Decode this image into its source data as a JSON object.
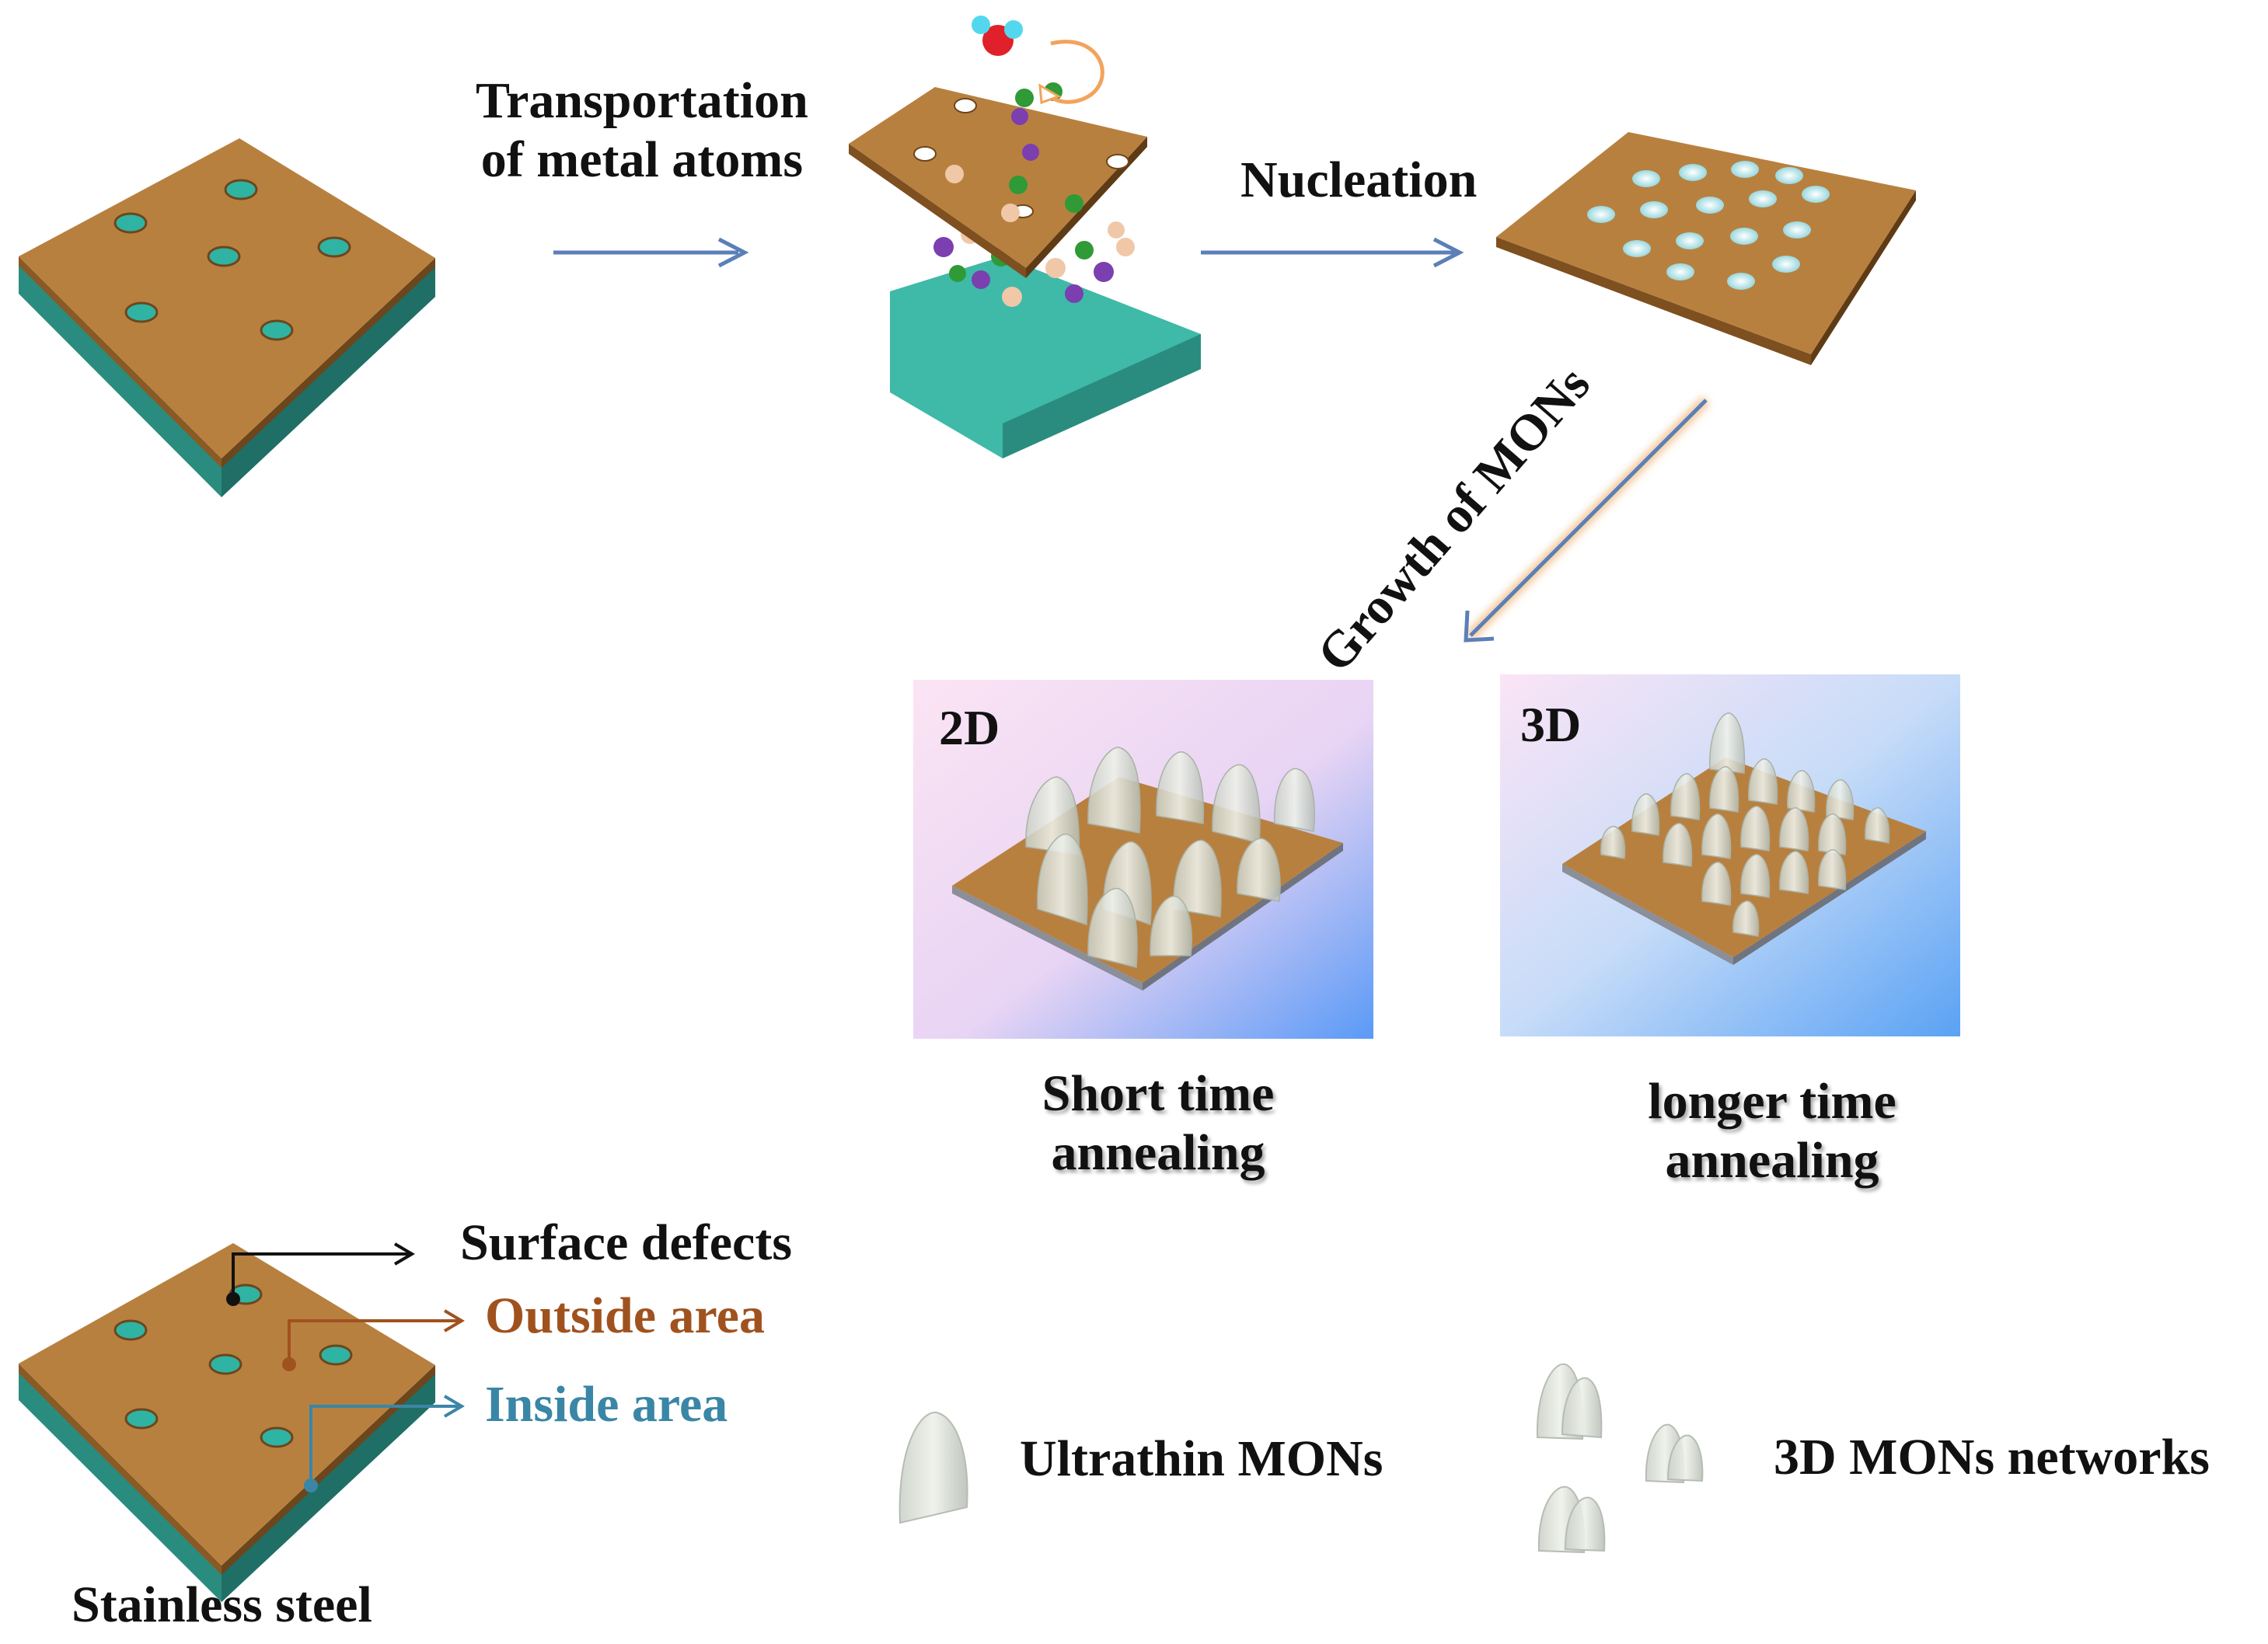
{
  "steps": {
    "transport": "Transportation\nof metal atoms",
    "nucleation": "Nucleation",
    "growth": "Growth of MONs"
  },
  "panels": {
    "left": {
      "tag": "2D",
      "caption": "Short time\nannealing"
    },
    "right": {
      "tag": "3D",
      "caption": "longer time\nannealing"
    }
  },
  "callouts": {
    "surface_defects": "Surface defects",
    "outside_area": "Outside area",
    "inside_area": "Inside area"
  },
  "substrate_label": "Stainless steel",
  "legend": {
    "ultrathin": "Ultrathin MONs",
    "networks": "3D MONs networks"
  },
  "colors": {
    "plate_top": "#b8803f",
    "plate_side": "#7e4f1f",
    "substrate": "#3fb9a8",
    "substrate_side": "#2a8c7f",
    "arrow": "#5b7fb8",
    "arrow_glow": "#f4c89a",
    "outside_area": "#a0521e",
    "inside_area": "#3a86a6"
  }
}
